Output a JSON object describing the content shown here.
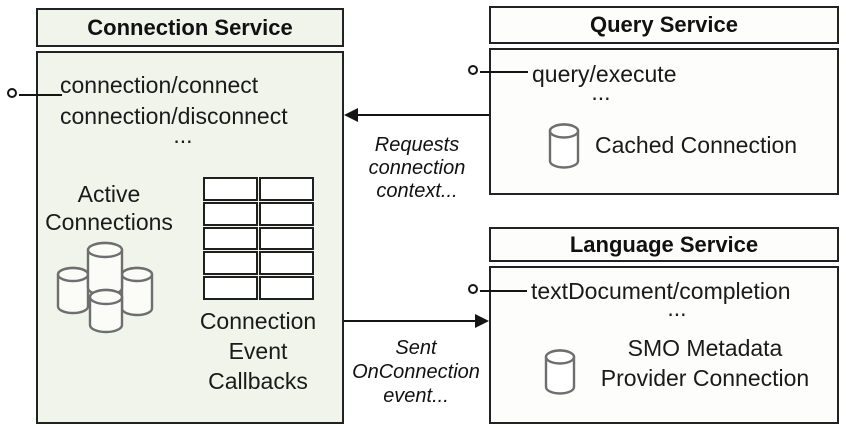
{
  "connection_service": {
    "title": "Connection Service",
    "method_1": "connection/connect",
    "method_2": "connection/disconnect",
    "ellipsis": "...",
    "active_connections_line_1": "Active",
    "active_connections_line_2": "Connections",
    "callbacks_line_1": "Connection",
    "callbacks_line_2": "Event",
    "callbacks_line_3": "Callbacks"
  },
  "query_service": {
    "title": "Query Service",
    "method_1": "query/execute",
    "ellipsis": "...",
    "cached_connection_label": "Cached Connection"
  },
  "language_service": {
    "title": "Language Service",
    "method_1": "textDocument/completion",
    "ellipsis": "...",
    "smo_line_1": "SMO Metadata",
    "smo_line_2": "Provider Connection"
  },
  "arrows": {
    "requests_label_line_1": "Requests",
    "requests_label_line_2": "connection",
    "requests_label_line_3": "context...",
    "sent_label_line_1": "Sent",
    "sent_label_line_2": "OnConnection",
    "sent_label_line_3": "event..."
  },
  "icons": {
    "active_connections": "database-cluster-icon",
    "cached_connection": "database-cylinder-icon",
    "smo_connection": "database-cylinder-icon",
    "callback_table": "table-grid-icon",
    "interfaces": "lollipop-interface-icon"
  },
  "colors": {
    "connection_service_fill": "#f1f4ea",
    "service_fill": "#fdfdfb",
    "border": "#222222",
    "line": "#141414",
    "cylinder_stroke": "#6e6e6e",
    "text": "#1a1a1a"
  }
}
